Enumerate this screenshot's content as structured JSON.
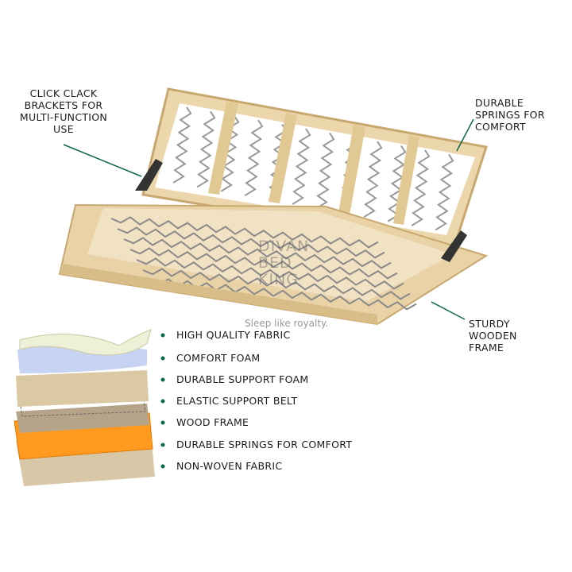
{
  "callouts": {
    "brackets": [
      "CLICK CLACK",
      "BRACKETS FOR",
      "MULTI-FUNCTION",
      "USE"
    ],
    "springs": [
      "DURABLE",
      "SPRINGS FOR",
      "COMFORT"
    ],
    "frame": [
      "STURDY",
      "WOODEN",
      "FRAME"
    ]
  },
  "layers": [
    "HIGH QUALITY FABRIC",
    "COMFORT FOAM",
    "DURABLE SUPPORT FOAM",
    "ELASTIC SUPPORT BELT",
    "WOOD FRAME",
    "DURABLE SPRINGS FOR COMFORT",
    "NON-WOVEN FABRIC"
  ],
  "watermark": {
    "lines": [
      "DIVAN",
      "BED",
      "KING"
    ],
    "tagline": "Sleep like royalty."
  },
  "colors": {
    "accent": "#0c6b45",
    "wood": "#e6cfa0",
    "foam": "#ff9a1f"
  }
}
